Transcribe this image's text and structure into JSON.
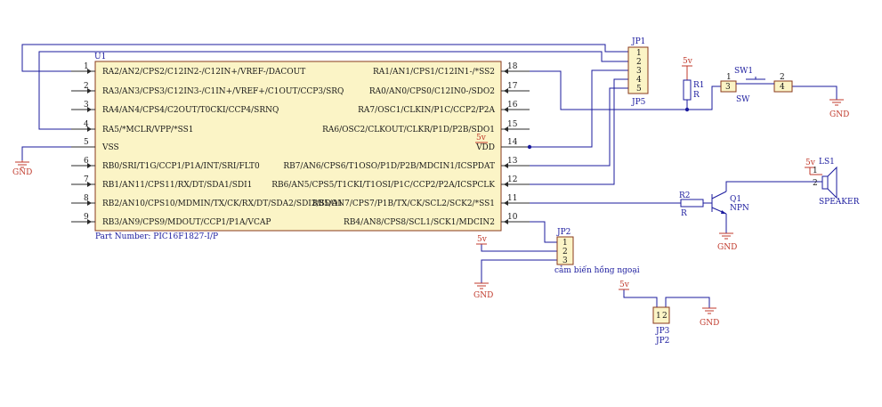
{
  "ic": {
    "ref": "U1",
    "part_number": "Part Number: PIC16F1827-I/P",
    "left_pins": [
      {
        "num": "1",
        "label": "RA2/AN2/CPS2/C12IN2-/C12IN+/VREF-/DACOUT"
      },
      {
        "num": "2",
        "label": "RA3/AN3/CPS3/C12IN3-/C1IN+/VREF+/C1OUT/CCP3/SRQ"
      },
      {
        "num": "3",
        "label": "RA4/AN4/CPS4/C2OUT/T0CKI/CCP4/SRNQ"
      },
      {
        "num": "4",
        "label": "RA5/*MCLR/VPP/*SS1"
      },
      {
        "num": "5",
        "label": "VSS"
      },
      {
        "num": "6",
        "label": "RB0/SRI/T1G/CCP1/P1A/INT/SRI/FLT0"
      },
      {
        "num": "7",
        "label": "RB1/AN11/CPS11/RX/DT/SDA1/SDI1"
      },
      {
        "num": "8",
        "label": "RB2/AN10/CPS10/MDMIN/TX/CK/RX/DT/SDA2/SDI2/SDO1"
      },
      {
        "num": "9",
        "label": "RB3/AN9/CPS9/MDOUT/CCP1/P1A/VCAP"
      }
    ],
    "right_pins": [
      {
        "num": "18",
        "label": "RA1/AN1/CPS1/C12IN1-/*SS2"
      },
      {
        "num": "17",
        "label": "RA0/AN0/CPS0/C12IN0-/SDO2"
      },
      {
        "num": "16",
        "label": "RA7/OSC1/CLKIN/P1C/CCP2/P2A"
      },
      {
        "num": "15",
        "label": "RA6/OSC2/CLKOUT/CLKR/P1D/P2B/SDO1"
      },
      {
        "num": "14",
        "label": "VDD"
      },
      {
        "num": "13",
        "label": "RB7/AN6/CPS6/T1OSO/P1D/P2B/MDCIN1/ICSPDAT"
      },
      {
        "num": "12",
        "label": "RB6/AN5/CPS5/T1CKI/T1OSI/P1C/CCP2/P2A/ICSPCLK"
      },
      {
        "num": "11",
        "label": "RB5/AN7/CPS7/P1B/TX/CK/SCL2/SCK2/*SS1"
      },
      {
        "num": "10",
        "label": "RB4/AN8/CPS8/SCL1/SCK1/MDCIN2"
      }
    ]
  },
  "labels": {
    "gnd": "GND",
    "v5": "5v",
    "jp1": "JP1",
    "jp5": "JP5",
    "jp1_pins": [
      "1",
      "2",
      "3",
      "4",
      "5"
    ],
    "r1": "R1",
    "r1_val": "R",
    "sw1": "SW1",
    "sw": "SW",
    "sw_pins": [
      "1",
      "2",
      "3",
      "4"
    ],
    "r2": "R2",
    "r2_val": "R",
    "q1": "Q1",
    "q1_type": "NPN",
    "ls1": "LS1",
    "speaker": "SPEAKER",
    "ls_pins": [
      "1",
      "2"
    ],
    "jp2": "JP2",
    "jp2_pins": [
      "1",
      "2",
      "3"
    ],
    "sensor": "cảm biến hồng ngoại",
    "jp3": "JP3",
    "jp3_sub": "JP2",
    "jp3_pins": [
      "1",
      "2"
    ]
  }
}
